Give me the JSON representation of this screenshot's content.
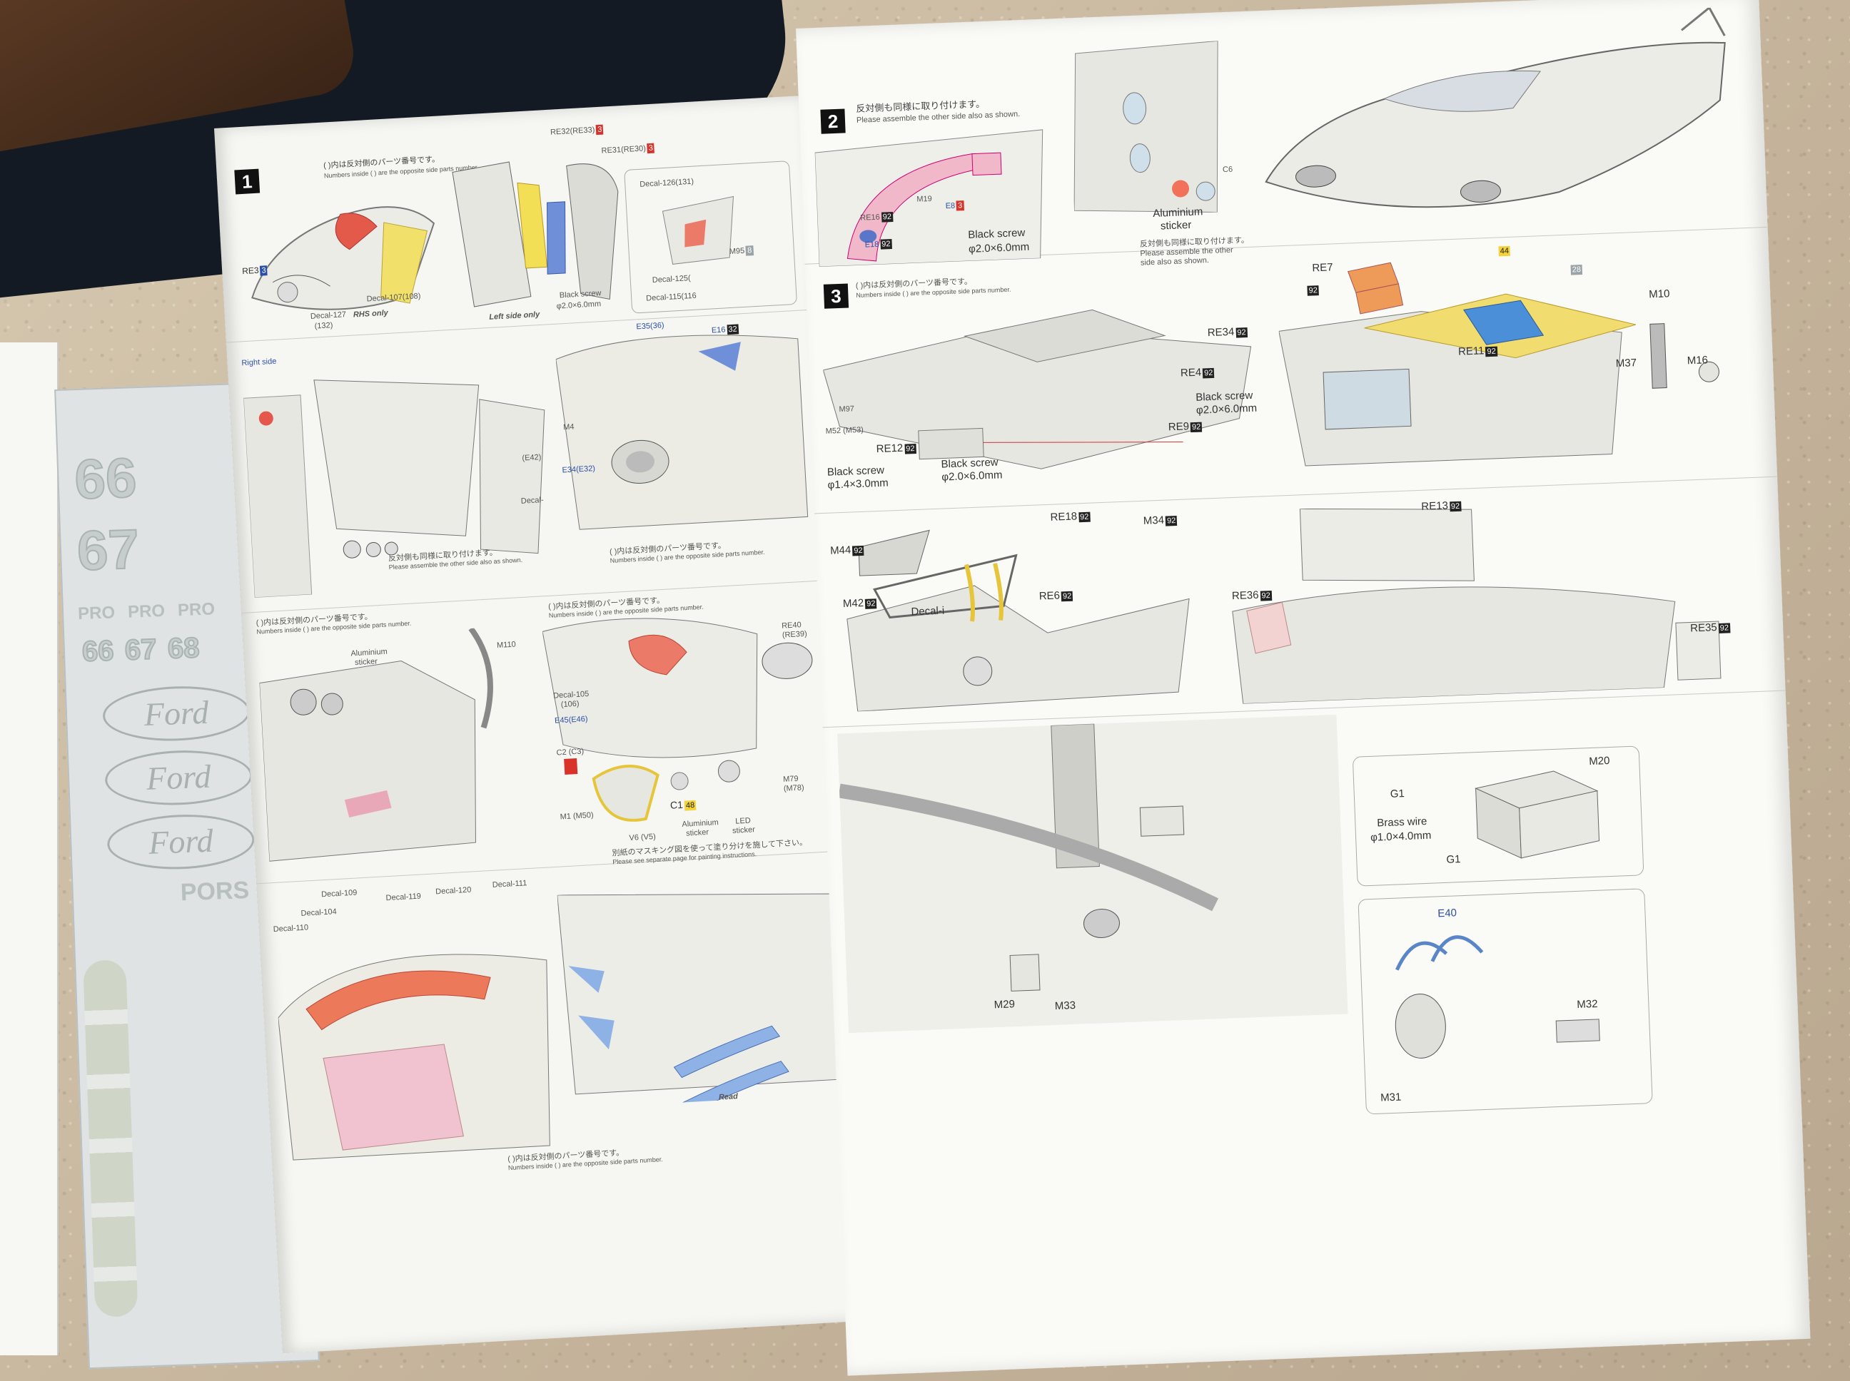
{
  "decal_sheet": {
    "numbers": [
      "66",
      "67",
      "66",
      "67",
      "68"
    ],
    "pro_labels": [
      "PRO",
      "PRO",
      "PRO"
    ],
    "logo": "Ford",
    "partial_text": "PORS"
  },
  "left_page": {
    "step1": {
      "badge": "1",
      "note_jp": "( )内は反対側のパーツ番号です。",
      "note_en": "Numbers inside ( ) are the opposite side parts number.",
      "labels": {
        "re3": "RE3",
        "re32": "RE32(RE33)",
        "re31": "RE31(RE30)",
        "decal126": "Decal-126(131)",
        "decal107": "Decal-107(108)",
        "decal127": "Decal-127",
        "decal127b": "(132)",
        "rhs": "RHS only",
        "lhs": "Left side only",
        "black_screw": "Black screw",
        "screw_dim": "φ2.0×6.0mm",
        "decal125": "Decal-125(",
        "decal115": "Decal-115(116",
        "m95": "M95",
        "r3": "3"
      }
    },
    "step1b": {
      "right_side": "Right side",
      "e35": "E35(36)",
      "e16": "E16",
      "e34": "E34(E32)",
      "e42": "(E42)",
      "m4": "M4",
      "decal": "Decal-",
      "note_jp": "反対側も同様に取り付けます。",
      "note_en": "Please assemble the other side also as shown.",
      "note2_jp": "( )内は反対側のパーツ番号です。",
      "note2_en": "Numbers inside ( ) are the opposite side parts number."
    },
    "step1c": {
      "note_jp": "( )内は反対側のパーツ番号です。",
      "note_en": "Numbers inside ( ) are the opposite side parts number.",
      "aluminium_a": "Aluminium",
      "sticker_a": "sticker",
      "m110": "M110",
      "re40": "RE40",
      "re39": "(RE39)",
      "decal105": "Decal-105",
      "decal105b": "(106)",
      "e45": "E45(E46)",
      "c2": "C2 (C3)",
      "c1": "C1",
      "c1_num": "48",
      "aluminium": "Aluminium",
      "sticker": "sticker",
      "led": "LED",
      "led_sticker": "sticker",
      "m79": "M79",
      "m78": "(M78)",
      "v6": "V6 (V5)",
      "m1": "M1 (M50)",
      "paint_jp": "別紙のマスキング図を使って塗り分けを施して下さい。",
      "paint_en": "Please see separate page for painting instructions."
    },
    "step1d": {
      "decal109": "Decal-109",
      "decal104": "Decal-104",
      "decal119": "Decal-119",
      "decal120": "Decal-120",
      "decal110": "Decal-110",
      "decal111": "Decal-111",
      "note_jp": "( )内は反対側のパーツ番号です。",
      "note_en": "Numbers inside ( ) are the opposite side parts number.",
      "red_note": "Read"
    }
  },
  "right_page": {
    "step2": {
      "badge": "2",
      "note_jp": "反対側も同様に取り付けます。",
      "note_en": "Please assemble the other side also as shown.",
      "m19": "M19",
      "e8": "E8",
      "e8_num": "3",
      "re16": "RE16",
      "e18": "E18",
      "num92": "92",
      "black_screw": "Black screw",
      "screw_dim": "φ2.0×6.0mm",
      "c6": "C6",
      "aluminium": "Aluminium",
      "sticker": "sticker",
      "note2_jp": "反対側も同様に取り付けます。",
      "note2_en_a": "Please assemble the other",
      "note2_en_b": "side also as shown."
    },
    "step3": {
      "badge": "3",
      "note_jp": "( )内は反対側のパーツ番号です。",
      "note_en": "Numbers inside ( ) are the opposite side parts number.",
      "re34": "RE34",
      "re4": "RE4",
      "re9": "RE9",
      "re12": "RE12",
      "m97": "M97",
      "m52": "M52 (M53)",
      "black_screw_a": "Black screw",
      "screw_a": "φ2.0×6.0mm",
      "black_screw_b": "Black screw",
      "screw_b": "φ1.4×3.0mm",
      "black_screw_c": "Black screw",
      "screw_c": "φ2.0×6.0mm",
      "re7": "RE7",
      "num44": "44",
      "num28": "28",
      "m10": "M10",
      "re11": "RE11",
      "m37": "M37",
      "m16": "M16",
      "num92": "92"
    },
    "step3b": {
      "re18": "RE18",
      "m34": "M34",
      "m44": "M44",
      "m42": "M42",
      "decal_i": "Decal-i",
      "re6": "RE6",
      "re13": "RE13",
      "re36": "RE36",
      "re35": "RE35",
      "num92": "92"
    },
    "step3c": {
      "m20": "M20",
      "g1": "G1",
      "g1b": "G1",
      "brass_wire": "Brass wire",
      "wire_dim": "φ1.0×4.0mm",
      "e40": "E40",
      "m29": "M29",
      "m33": "M33",
      "m32": "M32",
      "m31": "M31"
    }
  }
}
